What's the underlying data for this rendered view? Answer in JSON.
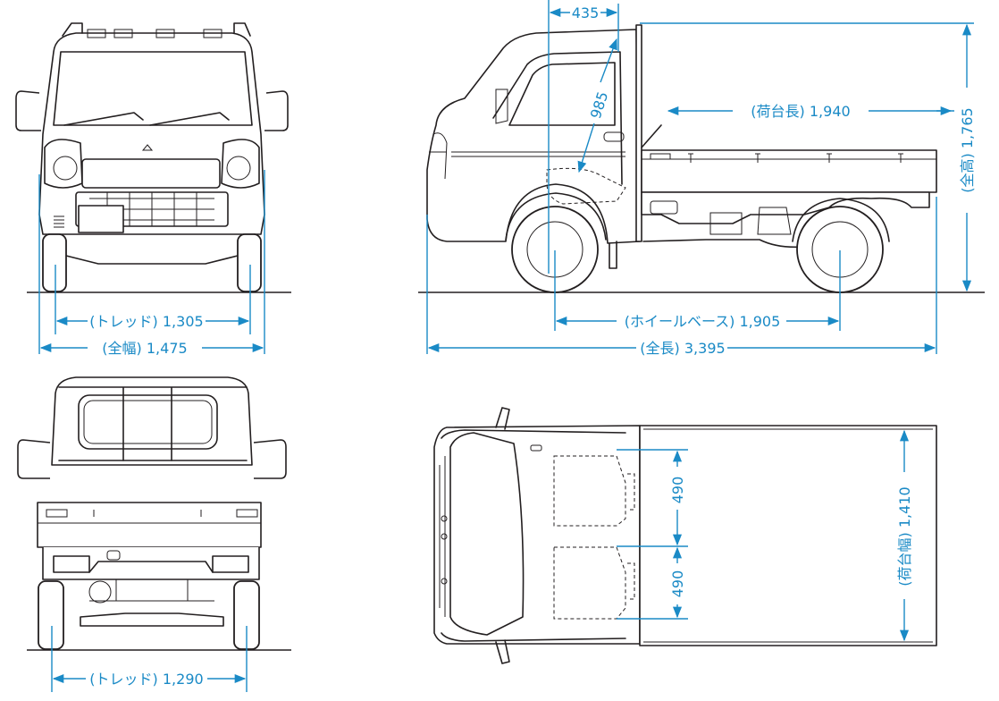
{
  "dimensions": {
    "front_tread": "(トレッド) 1,305",
    "overall_width": "(全幅) 1,475",
    "rear_tread": "(トレッド) 1,290",
    "cab_offset": "435",
    "cab_diag": "985",
    "bed_length": "(荷台長) 1,940",
    "overall_height": "(全高) 1,765",
    "wheelbase": "(ホイールベース) 1,905",
    "overall_length": "(全長) 3,395",
    "seat_width_front": "490",
    "seat_width_rear": "490",
    "bed_width": "(荷台幅) 1,410"
  },
  "colors": {
    "dimension": "#1a8ac6",
    "outline": "#231f20",
    "background": "#ffffff"
  }
}
